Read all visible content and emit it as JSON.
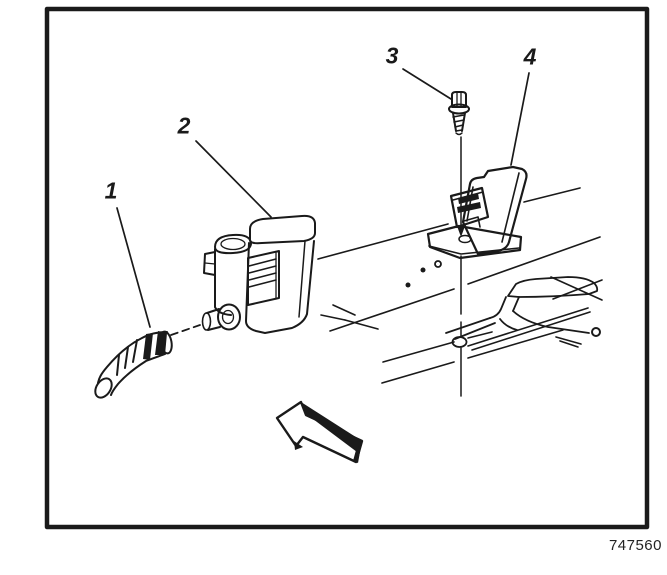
{
  "figure": {
    "number": "747560",
    "callouts": [
      {
        "label": "1"
      },
      {
        "label": "2"
      },
      {
        "label": "3"
      },
      {
        "label": "4"
      }
    ]
  },
  "colors": {
    "ink": "#1a1a1a",
    "paper": "#ffffff"
  }
}
